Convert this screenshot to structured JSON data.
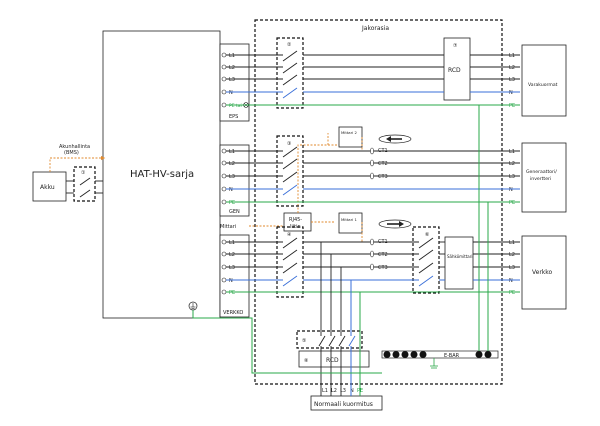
{
  "title_jakorasia": "Jakorasia",
  "inverter_label": "HAT-HV-sarja",
  "battery_label": "Akku",
  "bms_label_1": "Akunhallinta",
  "bms_label_2": "(BMS)",
  "port_eps": "EPS",
  "port_gen": "GEN",
  "port_grid": "VERKKO",
  "mittari_label": "Mittari",
  "rj45_1": "RJ45-",
  "rj45_2": "liitin",
  "meter2_label": "Mittari 2",
  "meter1_label": "Mittari 1",
  "rcd_label": "RCD",
  "loads_label": "Varakuormat",
  "gen_label_1": "Generaattori/",
  "gen_label_2": "invertteri",
  "grid_label": "Verkko",
  "normal_loads_label": "Normaali kuormitus",
  "ebar_label": "E-BAR",
  "sahkomittari_label": "Sähkömittari",
  "pe_or_ground": "PE tai",
  "n1": "①",
  "n2": "②",
  "n3": "③",
  "n4": "④",
  "n5": "⑤",
  "n6": "⑥",
  "n7": "⑦",
  "n8": "⑧",
  "ct1": "CT1",
  "ct2": "CT2",
  "ct3": "CT3",
  "terminal_labels": [
    "L1",
    "L2",
    "L3",
    "N",
    "PE"
  ],
  "bottom_terminals": [
    "L1",
    "L2",
    "L3",
    "N",
    "PE"
  ]
}
